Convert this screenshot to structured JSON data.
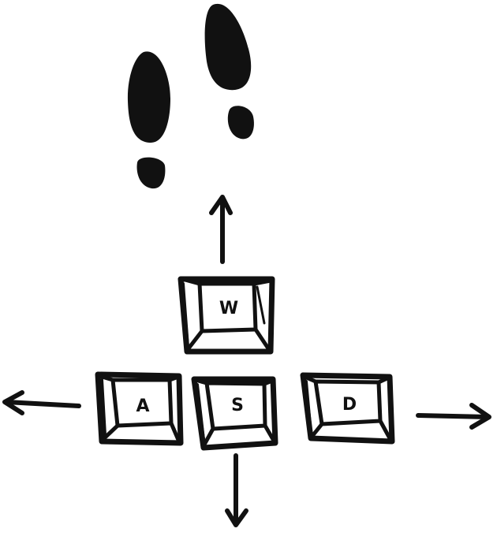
{
  "illustration": {
    "ink_color": "#111111",
    "background_color": "#ffffff",
    "footprints": [
      {
        "name": "left-footprint-icon"
      },
      {
        "name": "right-footprint-icon"
      }
    ],
    "keys": {
      "w": {
        "label": "W",
        "direction": "up"
      },
      "a": {
        "label": "A",
        "direction": "left"
      },
      "s": {
        "label": "S",
        "direction": "down"
      },
      "d": {
        "label": "D",
        "direction": "right"
      }
    }
  }
}
